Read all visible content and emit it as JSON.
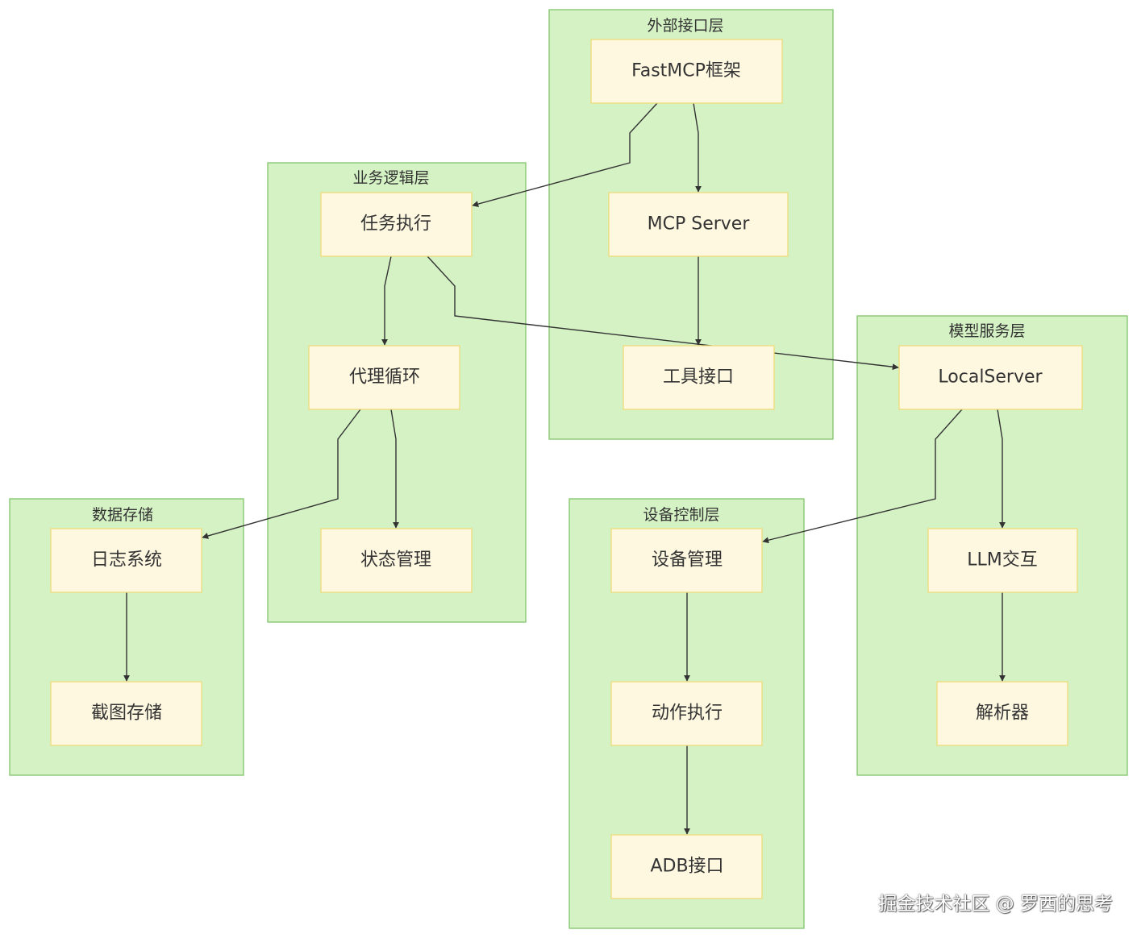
{
  "clusters": [
    {
      "id": "external",
      "title": "外部接口层"
    },
    {
      "id": "business",
      "title": "业务逻辑层"
    },
    {
      "id": "model",
      "title": "模型服务层"
    },
    {
      "id": "storage",
      "title": "数据存储"
    },
    {
      "id": "device",
      "title": "设备控制层"
    }
  ],
  "nodes": [
    {
      "id": "fastmcp",
      "label": "FastMCP框架"
    },
    {
      "id": "mcpserver",
      "label": "MCP Server"
    },
    {
      "id": "toolapi",
      "label": "工具接口"
    },
    {
      "id": "taskexec",
      "label": "任务执行"
    },
    {
      "id": "agentloop",
      "label": "代理循环"
    },
    {
      "id": "statemgmt",
      "label": "状态管理"
    },
    {
      "id": "localserver",
      "label": "LocalServer"
    },
    {
      "id": "llm",
      "label": "LLM交互"
    },
    {
      "id": "parser",
      "label": "解析器"
    },
    {
      "id": "logsys",
      "label": "日志系统"
    },
    {
      "id": "screenshot",
      "label": "截图存储"
    },
    {
      "id": "devicemgmt",
      "label": "设备管理"
    },
    {
      "id": "actionexec",
      "label": "动作执行"
    },
    {
      "id": "adb",
      "label": "ADB接口"
    }
  ],
  "edges": [
    {
      "from": "fastmcp",
      "to": "mcpserver"
    },
    {
      "from": "fastmcp",
      "to": "taskexec"
    },
    {
      "from": "mcpserver",
      "to": "toolapi"
    },
    {
      "from": "taskexec",
      "to": "agentloop"
    },
    {
      "from": "taskexec",
      "to": "localserver"
    },
    {
      "from": "agentloop",
      "to": "logsys"
    },
    {
      "from": "agentloop",
      "to": "statemgmt"
    },
    {
      "from": "localserver",
      "to": "devicemgmt"
    },
    {
      "from": "localserver",
      "to": "llm"
    },
    {
      "from": "llm",
      "to": "parser"
    },
    {
      "from": "logsys",
      "to": "screenshot"
    },
    {
      "from": "devicemgmt",
      "to": "actionexec"
    },
    {
      "from": "actionexec",
      "to": "adb"
    }
  ],
  "watermark": "掘金技术社区 @ 罗西的思考"
}
